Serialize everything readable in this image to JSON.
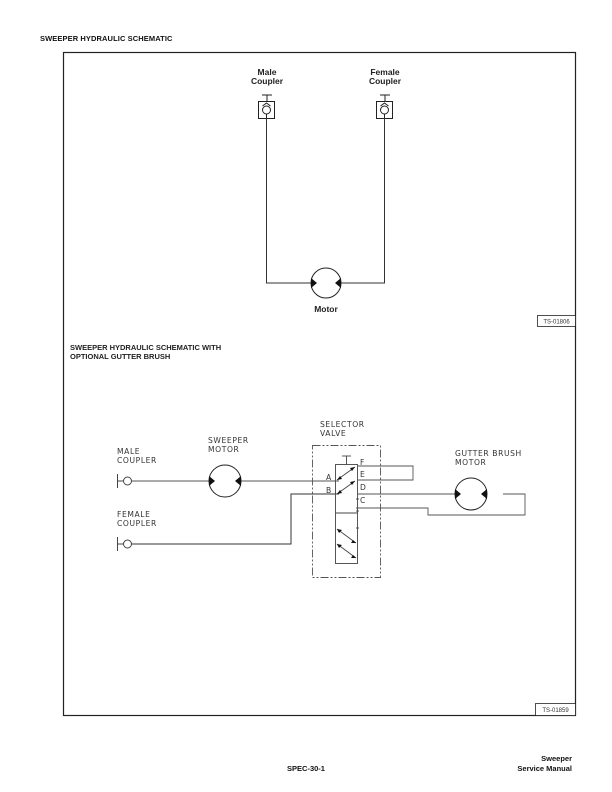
{
  "page": {
    "heading": "SWEEPER HYDRAULIC SCHEMATIC",
    "footer_center": "SPEC-30-1",
    "footer_right_line1": "Sweeper",
    "footer_right_line2": "Service Manual"
  },
  "figure1": {
    "male_coupler_label_1": "Male",
    "male_coupler_label_2": "Coupler",
    "female_coupler_label_1": "Female",
    "female_coupler_label_2": "Coupler",
    "motor_label": "Motor",
    "tag": "TS-01806"
  },
  "figure2": {
    "heading_line1": "SWEEPER HYDRAULIC SCHEMATIC WITH",
    "heading_line2": "OPTIONAL GUTTER BRUSH",
    "male_coupler_1": "MALE",
    "male_coupler_2": "COUPLER",
    "female_coupler_1": "FEMALE",
    "female_coupler_2": "COUPLER",
    "sweeper_motor_1": "SWEEPER",
    "sweeper_motor_2": "MOTOR",
    "selector_valve_1": "SELECTOR",
    "selector_valve_2": "VALVE",
    "gutter_motor_1": "GUTTER BRUSH",
    "gutter_motor_2": "MOTOR",
    "ports": {
      "a": "A",
      "b": "B",
      "c": "C",
      "d": "D",
      "e": "E",
      "f": "F"
    },
    "tag": "TS-01859"
  }
}
